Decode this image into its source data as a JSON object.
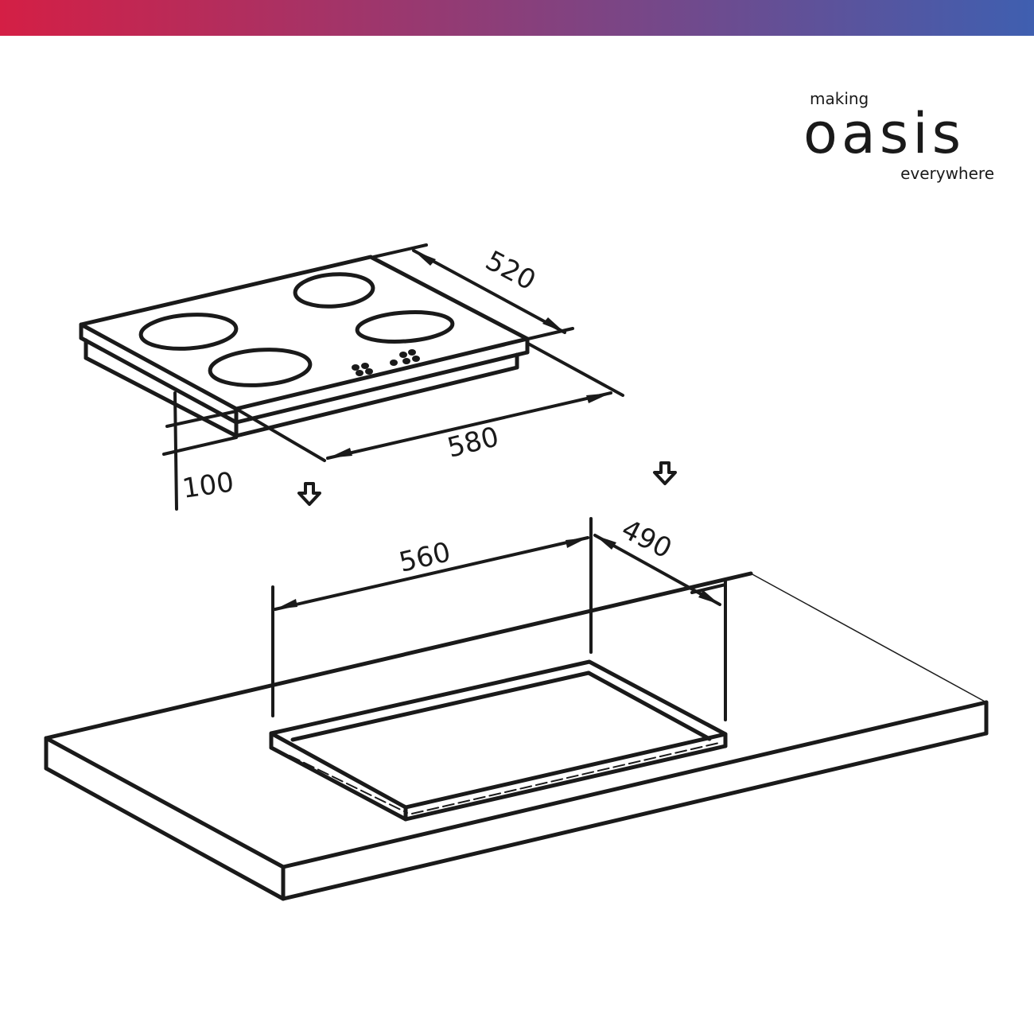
{
  "colors": {
    "bar_start": "#d41f45",
    "bar_end": "#3f5fb0",
    "ink": "#1a1a1a"
  },
  "brand": {
    "tag_top": "making",
    "wordmark": "oasis",
    "tag_bottom": "everywhere"
  },
  "dimensions": {
    "depth": "520",
    "width": "580",
    "height": "100",
    "cutout_width": "560",
    "cutout_depth": "490"
  },
  "icons": {
    "arrow_left": "arrow-down-icon",
    "arrow_right": "arrow-down-icon"
  }
}
